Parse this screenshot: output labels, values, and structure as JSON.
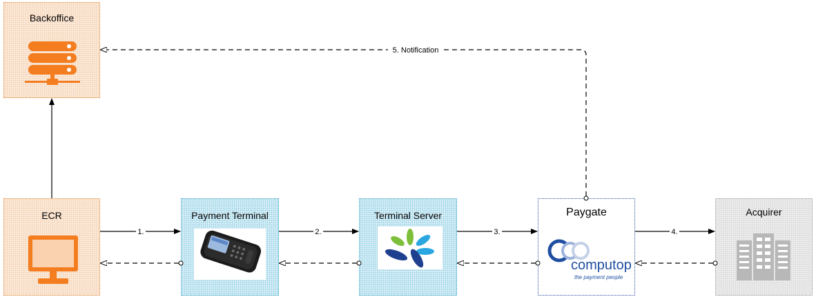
{
  "nodes": {
    "backoffice": {
      "title": "Backoffice",
      "icon": "server-rack-icon"
    },
    "ecr": {
      "title": "ECR",
      "icon": "monitor-icon"
    },
    "payment_terminal": {
      "title": "Payment Terminal",
      "icon": "card-terminal-device-icon"
    },
    "terminal_server": {
      "title": "Terminal Server",
      "icon": "flower-logo-icon"
    },
    "paygate": {
      "title": "Paygate",
      "logo_text": "computop",
      "logo_tagline": "the payment people"
    },
    "acquirer": {
      "title": "Acquirer",
      "icon": "office-building-icon"
    }
  },
  "edges": {
    "step1": "1.",
    "step2": "2.",
    "step3": "3.",
    "step4": "4.",
    "step5": "5. Notification"
  },
  "colors": {
    "orange": "#f47d20",
    "teal": "#3aa3c7",
    "computop_blue": "#1f4ea1",
    "grey_icon": "#b8b8b8"
  }
}
